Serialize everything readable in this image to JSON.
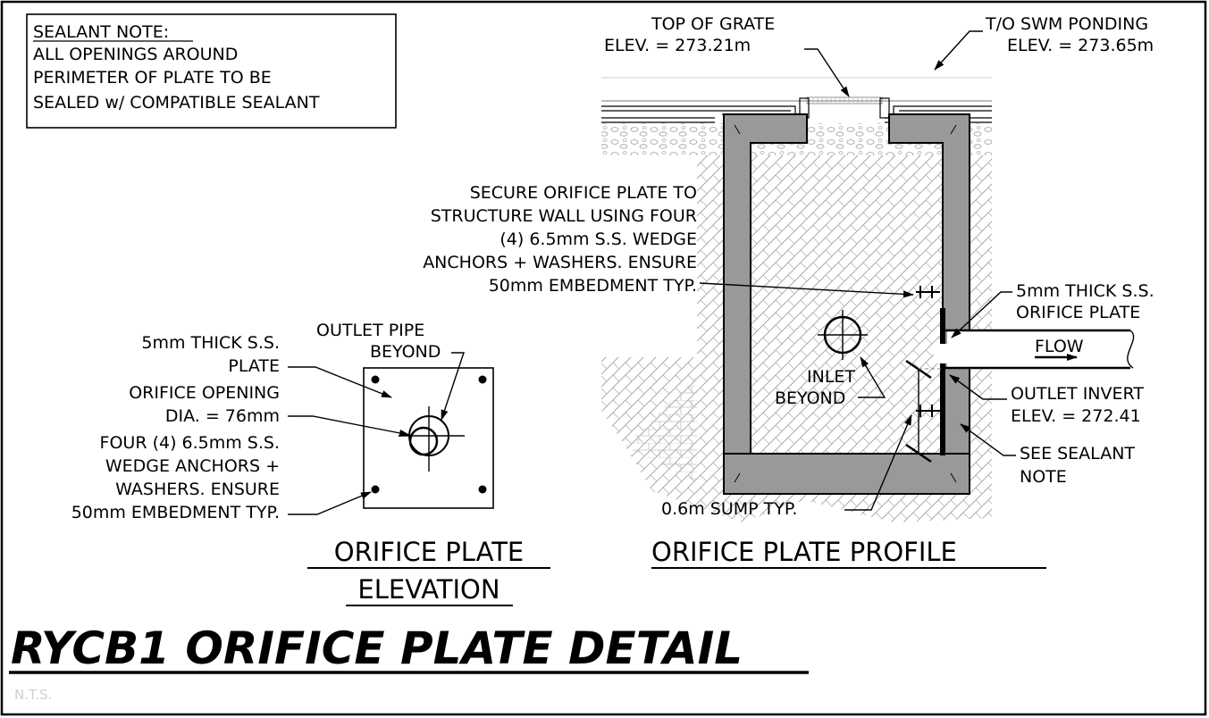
{
  "sealant_note": {
    "heading": "SEALANT NOTE:",
    "lines": [
      "ALL OPENINGS AROUND",
      "PERIMETER OF PLATE TO BE",
      "SEALED w/ COMPATIBLE SEALANT"
    ]
  },
  "elevation_view": {
    "plate_label": [
      "5mm THICK S.S.",
      "PLATE"
    ],
    "outlet_label": [
      "OUTLET PIPE",
      "BEYOND"
    ],
    "orifice_label": [
      "ORIFICE OPENING",
      "DIA. = 76mm"
    ],
    "anchors_label": [
      "FOUR (4) 6.5mm S.S.",
      "WEDGE ANCHORS +",
      "WASHERS. ENSURE",
      "50mm EMBEDMENT TYP."
    ],
    "title": [
      "ORIFICE PLATE",
      "ELEVATION"
    ]
  },
  "profile_view": {
    "grate_label": [
      "TOP OF GRATE",
      "ELEV.  = 273.21m"
    ],
    "ponding_label": [
      "T/O SWM PONDING",
      "ELEV.  = 273.65m"
    ],
    "secure_label": [
      "SECURE ORIFICE PLATE TO",
      "STRUCTURE WALL USING FOUR",
      "(4) 6.5mm S.S. WEDGE",
      "ANCHORS + WASHERS. ENSURE",
      "50mm EMBEDMENT TYP."
    ],
    "plate_label": [
      "5mm THICK S.S.",
      "ORIFICE PLATE"
    ],
    "flow_label": "FLOW",
    "inlet_label": [
      "INLET",
      "BEYOND"
    ],
    "invert_label": [
      "OUTLET INVERT",
      "ELEV.  = 272.41"
    ],
    "sealant_ref": [
      "SEE SEALANT",
      "NOTE"
    ],
    "sump_label": "0.6m SUMP TYP.",
    "title": "ORIFICE PLATE PROFILE"
  },
  "detail_title": "RYCB1 ORIFICE PLATE DETAIL",
  "scale_note": "N.T.S."
}
